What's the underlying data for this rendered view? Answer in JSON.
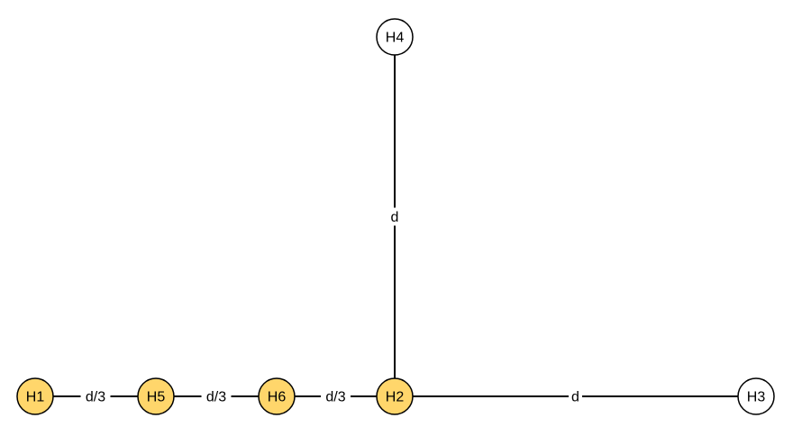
{
  "colors": {
    "highlight_fill": "#ffd66b",
    "plain_fill": "#ffffff",
    "stroke": "#000000"
  },
  "nodes": [
    {
      "id": "H1",
      "label": "H1",
      "highlighted": true
    },
    {
      "id": "H5",
      "label": "H5",
      "highlighted": true
    },
    {
      "id": "H6",
      "label": "H6",
      "highlighted": true
    },
    {
      "id": "H2",
      "label": "H2",
      "highlighted": true
    },
    {
      "id": "H3",
      "label": "H3",
      "highlighted": false
    },
    {
      "id": "H4",
      "label": "H4",
      "highlighted": false
    }
  ],
  "edges": [
    {
      "from": "H1",
      "to": "H5",
      "label": "d/3"
    },
    {
      "from": "H5",
      "to": "H6",
      "label": "d/3"
    },
    {
      "from": "H6",
      "to": "H2",
      "label": "d/3"
    },
    {
      "from": "H2",
      "to": "H3",
      "label": "d"
    },
    {
      "from": "H2",
      "to": "H4",
      "label": "d"
    }
  ]
}
